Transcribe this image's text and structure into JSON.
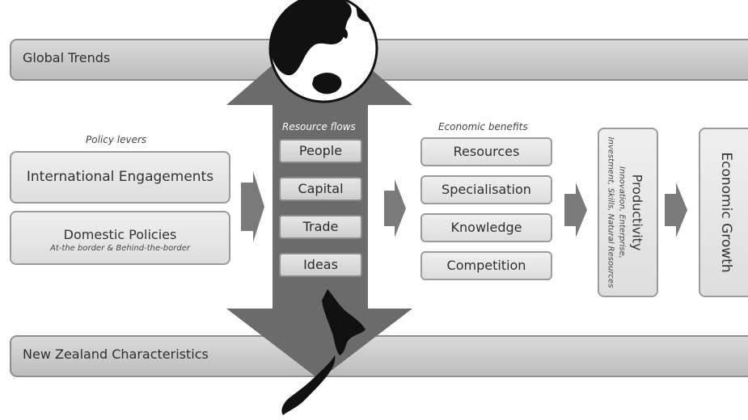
{
  "bands": {
    "global_trends": "Global Trends",
    "nz_characteristics": "New Zealand Characteristics"
  },
  "policy_levers": {
    "caption": "Policy levers",
    "international": "International Engagements",
    "domestic_title": "Domestic Policies",
    "domestic_subtitle": "At-the border & Behind-the-border"
  },
  "resource_flows": {
    "caption": "Resource flows",
    "items": [
      "People",
      "Capital",
      "Trade",
      "Ideas"
    ]
  },
  "economic_benefits": {
    "caption": "Economic benefits",
    "items": [
      "Resources",
      "Specialisation",
      "Knowledge",
      "Competition"
    ]
  },
  "productivity": {
    "title": "Productivity",
    "line1": "Innovation, Enterprise,",
    "line2": "Investment, Skills, Natural Resources"
  },
  "economic_growth": "Economic Growth",
  "colors": {
    "arrow": "#6b6b6b",
    "band": "#c8c8c8",
    "box": "#e6e6e6",
    "land": "#111111"
  }
}
